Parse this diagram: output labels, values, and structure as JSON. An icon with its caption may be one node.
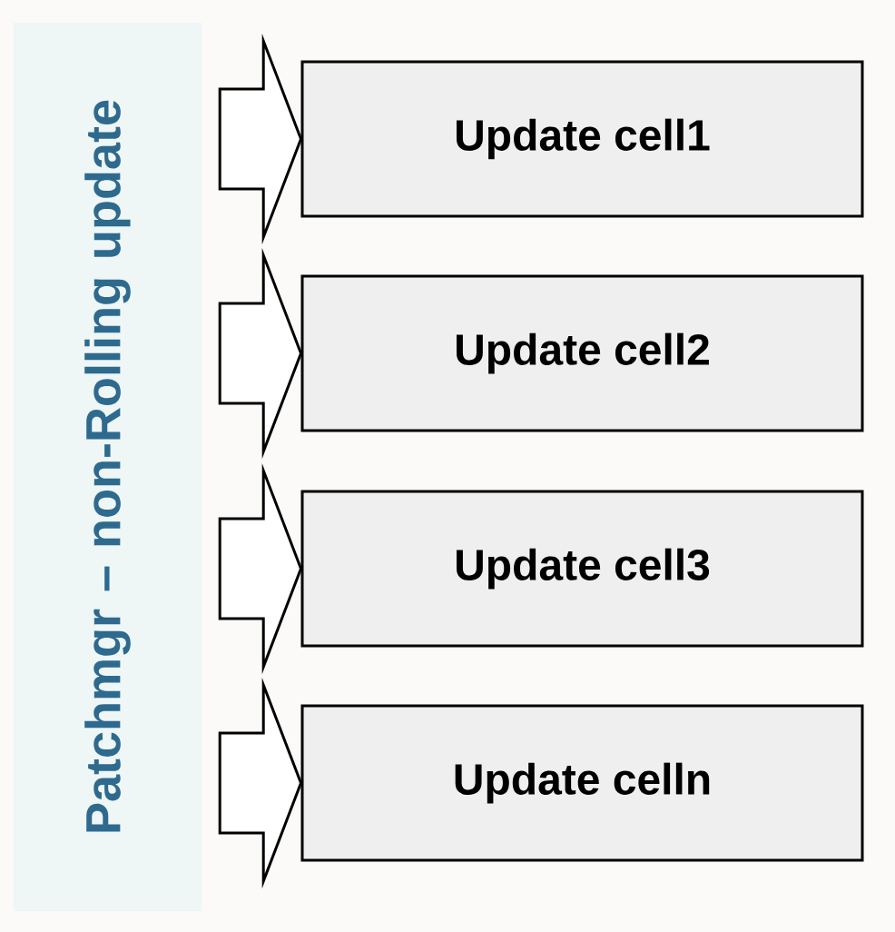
{
  "diagram": {
    "nodes": [
      {
        "text": [
          "Patchmgr – non-Rolling update"
        ]
      },
      {
        "text": [
          "Update cell1"
        ]
      },
      {
        "text": [
          "Update cell2"
        ]
      },
      {
        "text": [
          "Update cell3"
        ]
      },
      {
        "text": [
          "Update celln"
        ]
      }
    ],
    "edges": [
      {
        "from": 0,
        "to": 1,
        "arrow": "to"
      },
      {
        "from": 0,
        "to": 2,
        "arrow": "to"
      },
      {
        "from": 0,
        "to": 3,
        "arrow": "to"
      },
      {
        "from": 0,
        "to": 4,
        "arrow": "to"
      }
    ]
  }
}
